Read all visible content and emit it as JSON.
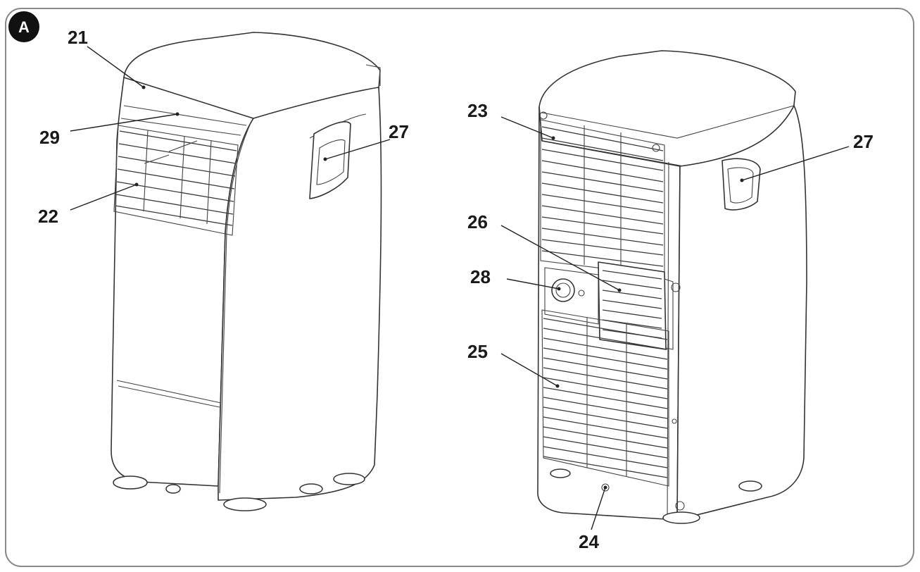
{
  "figure": {
    "badge": "A",
    "labels": {
      "l21": "21",
      "l29": "29",
      "l22": "22",
      "l27a": "27",
      "l23": "23",
      "l27b": "27",
      "l26": "26",
      "l28": "28",
      "l25": "25",
      "l24": "24"
    }
  }
}
